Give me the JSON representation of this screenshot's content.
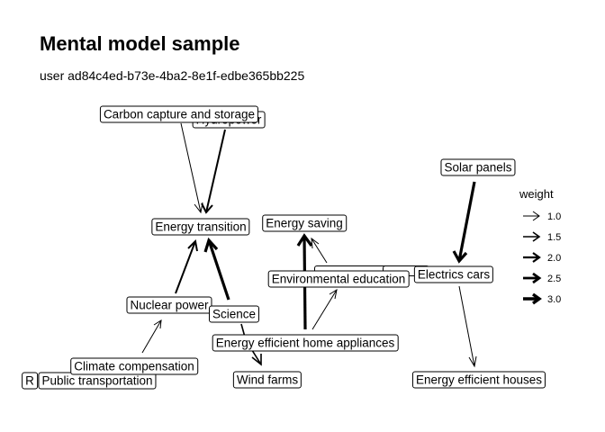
{
  "title": "Mental model sample",
  "subtitle": "user ad84c4ed-b73e-4ba2-8e1f-edbe365bb225",
  "legend": {
    "title": "weight",
    "items": [
      {
        "label": "1.0",
        "weight": 1.0
      },
      {
        "label": "1.5",
        "weight": 1.5
      },
      {
        "label": "2.0",
        "weight": 2.0
      },
      {
        "label": "2.5",
        "weight": 2.5
      },
      {
        "label": "3.0",
        "weight": 3.0
      }
    ]
  },
  "nodes": {
    "hydropower": "Hydropower",
    "carbon_capture": "Carbon capture and storage",
    "solar_panels": "Solar panels",
    "energy_transition": "Energy transition",
    "energy_saving": "Energy saving",
    "environmental_education": "Environmental education",
    "electric_cars": "Electrics cars",
    "nuclear_power": "Nuclear power",
    "science": "Science",
    "energy_efficient_home_appliances": "Energy efficient home appliances",
    "climate_compensation": "Climate compensation",
    "public_transportation": "Public transportation",
    "wind_farms": "Wind farms",
    "energy_efficient_houses": "Energy efficient houses",
    "r_node": "R"
  },
  "edges": [
    {
      "from": "Carbon capture and storage",
      "to": "Energy transition",
      "weight": 1.0
    },
    {
      "from": "Hydropower",
      "to": "Energy transition",
      "weight": 2.0
    },
    {
      "from": "Nuclear power",
      "to": "Energy transition",
      "weight": 2.0
    },
    {
      "from": "Science",
      "to": "Energy transition",
      "weight": 3.0
    },
    {
      "from": "Solar panels",
      "to": "Electrics cars",
      "weight": 3.0
    },
    {
      "from": "Electrics cars",
      "to": "Energy efficient houses",
      "weight": 1.0
    },
    {
      "from": "Energy efficient home appliances",
      "to": "Energy saving",
      "weight": 3.0
    },
    {
      "from": "Energy efficient home appliances",
      "to": "Environmental education",
      "weight": 1.0
    },
    {
      "from": "Science",
      "to": "Wind farms",
      "weight": 1.5
    },
    {
      "from": "Climate compensation",
      "to": "Nuclear power",
      "weight": 1.0
    },
    {
      "from": "Environmental education",
      "to": "Energy saving",
      "weight": 1.0
    }
  ]
}
